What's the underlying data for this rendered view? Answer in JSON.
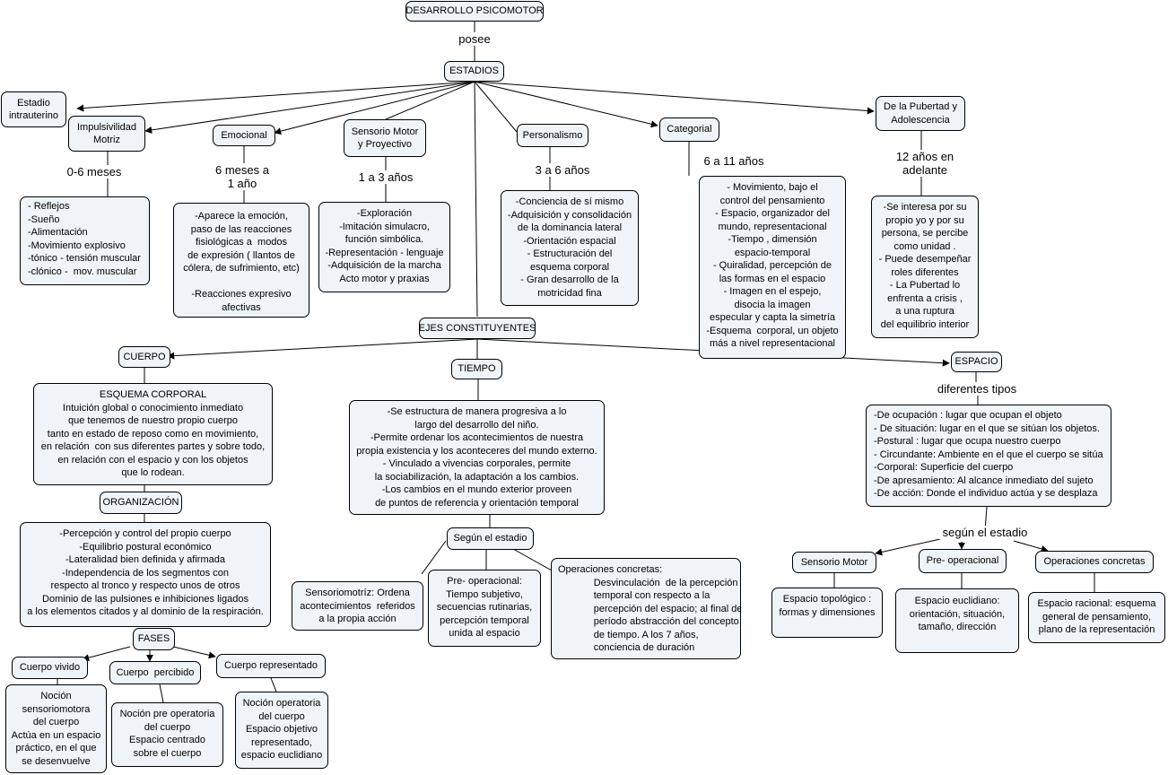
{
  "title": "DESARROLLO PSICOMOTOR",
  "link_posee": "posee",
  "estadios": "ESTADIOS",
  "stages": {
    "intrauterino": "Estadio\nintrauterino",
    "impulsividad": "Impulsivilidad\nMotriz",
    "impulsividad_age": "0-6 meses",
    "impulsividad_desc": "- Reflejos\n-Sueño\n-Alimentación\n-Movimiento explosivo\n-tónico - tensión muscular\n-clónico -  mov. muscular",
    "emocional": "Emocional",
    "emocional_age": "6 meses a\n1 año",
    "emocional_desc": "-Aparece la emoción,\npaso de las reacciones\nfisiológicas a  modos\nde expresión ( llantos de\ncólera, de sufrimiento, etc)\n\n-Reacciones expresivo\nafectivas",
    "sensorio": "Sensorio Motor\ny Proyectivo",
    "sensorio_age": "1 a 3 años",
    "sensorio_desc": "-Exploración\n-Imitación simulacro,\nfunción simbólica.\n-Representación - lenguaje\n-Adquisición de la marcha\nActo motor y praxias",
    "personalismo": "Personalismo",
    "personalismo_age": "3 a 6 años",
    "personalismo_desc": "-Conciencia de sí mismo\n-Adquisición y consolidación\nde la dominancia lateral\n-Orientación espacial\n- Estructuración del\nesquema corporal\n- Gran desarrollo de la\nmotricidad fina",
    "categorial": "Categorial",
    "categorial_age": "6 a 11 años",
    "categorial_desc": "- Movimiento, bajo el\ncontrol del pensamiento\n- Espacio, organizador del\nmundo, representacional\n-Tiempo , dimensión\nespacio-temporal\n- Quiralidad, percepción de\nlas formas en el espacio\n- Imagen en el espejo,\ndisocia la imagen\nespecular y capta la simetría\n-Esquema  corporal, un objeto\nmás a nivel representacional",
    "pubertad": "De la Pubertad y\nAdolescencia",
    "pubertad_age": "12 años en\nadelante",
    "pubertad_desc": "-Se interesa por su\npropio yo y por su\npersona, se percibe\ncomo unidad .\n- Puede desempeñar\nroles diferentes\n- La Pubertad lo\nenfrenta a crisis ,\na una ruptura\ndel equilibrio interior"
  },
  "ejes": "EJES CONSTITUYENTES",
  "cuerpo": {
    "label": "CUERPO",
    "esquema": "ESQUEMA CORPORAL\nIntuición global o conocimiento inmediato\nque tenemos de nuestro propio cuerpo\ntanto en estado de reposo como en movimiento,\nen relación  con sus diferentes partes y sobre todo,\nen relación con el espacio y con los objetos\nque lo rodean.",
    "organizacion": "ORGANIZACIÓN",
    "organizacion_desc": "-Percepción y control del propio cuerpo\n-Equilibrio postural económico\n-Lateralidad bien definida y afirmada\n-Independencia de los segmentos con\nrespecto al tronco y respecto unos de otros\nDominio de las pulsiones e inhibiciones ligados\na los elementos citados y al dominio de la respiración.",
    "fases": "FASES",
    "vivido": "Cuerpo vivido",
    "vivido_desc": "Noción\nsensoriomotora\ndel cuerpo\nActúa en un espacio\npráctico, en el que\nse desenvuelve",
    "percibido": "Cuerpo  percibido",
    "percibido_desc": "Noción pre operatoria\ndel cuerpo\nEspacio centrado\nsobre el cuerpo",
    "representado": "Cuerpo representado",
    "representado_desc": "Noción operatoria\ndel cuerpo\nEspacio objetivo\nrepresentado,\nespacio euclidiano"
  },
  "tiempo": {
    "label": "TIEMPO",
    "desc": "-Se estructura de manera progresiva a lo\nlargo del desarrollo del niño.\n-Permite ordenar los acontecimientos de nuestra\npropia existencia y los aconteceres del mundo externo.\n- Vinculado a vivencias corporales, permite\nla sociabilización, la adaptación a los cambios.\n-Los cambios en el mundo exterior proveen\nde puntos de referencia y orientación temporal",
    "segun": "Según el estadio",
    "sensoriomotriz": "Sensoriomotríz: Ordena\nacontecimientos  referidos\na la propia acción",
    "preoperacional": "Pre- operacional:\nTiempo subjetivo,\nsecuencias rutinarias,\npercepción temporal\nunida al espacio",
    "concretas": "Operaciones concretas:\n             Desvinculación  de la percepción\n             temporal con respecto a la\n             percepción del espacio; al final del\n             período abstracción del concepto\n             de tiempo. A los 7 años,\n             conciencia de duración"
  },
  "espacio": {
    "label": "ESPACIO",
    "tipos_link": "diferentes tipos",
    "tipos": "-De ocupación : lugar que ocupan el objeto\n- De situación: lugar en el que se sitúan los objetos.\n-Postural : lugar que ocupa nuestro cuerpo\n- Circundante: Ambiente en el que el cuerpo se sitúa\n-Corporal: Superficie del cuerpo\n-De apresamiento: Al alcance inmediato del sujeto\n-De acción: Donde el individuo actúa y se desplaza",
    "segun_link": "según el estadio",
    "sensorio_motor": "Sensorio Motor",
    "sensorio_motor_desc": "Espacio topológico :\nformas y dimensiones",
    "pre_operacional": "Pre- operacional",
    "pre_operacional_desc": "Espacio euclidiano:\norientación, situación,\ntamaño, dirección",
    "op_concretas": "Operaciones concretas",
    "op_concretas_desc": "Espacio racional: esquema\ngeneral de pensamiento,\nplano de la representación"
  },
  "colors": {
    "node_fill": "#eef4f7",
    "line": "#000000"
  }
}
